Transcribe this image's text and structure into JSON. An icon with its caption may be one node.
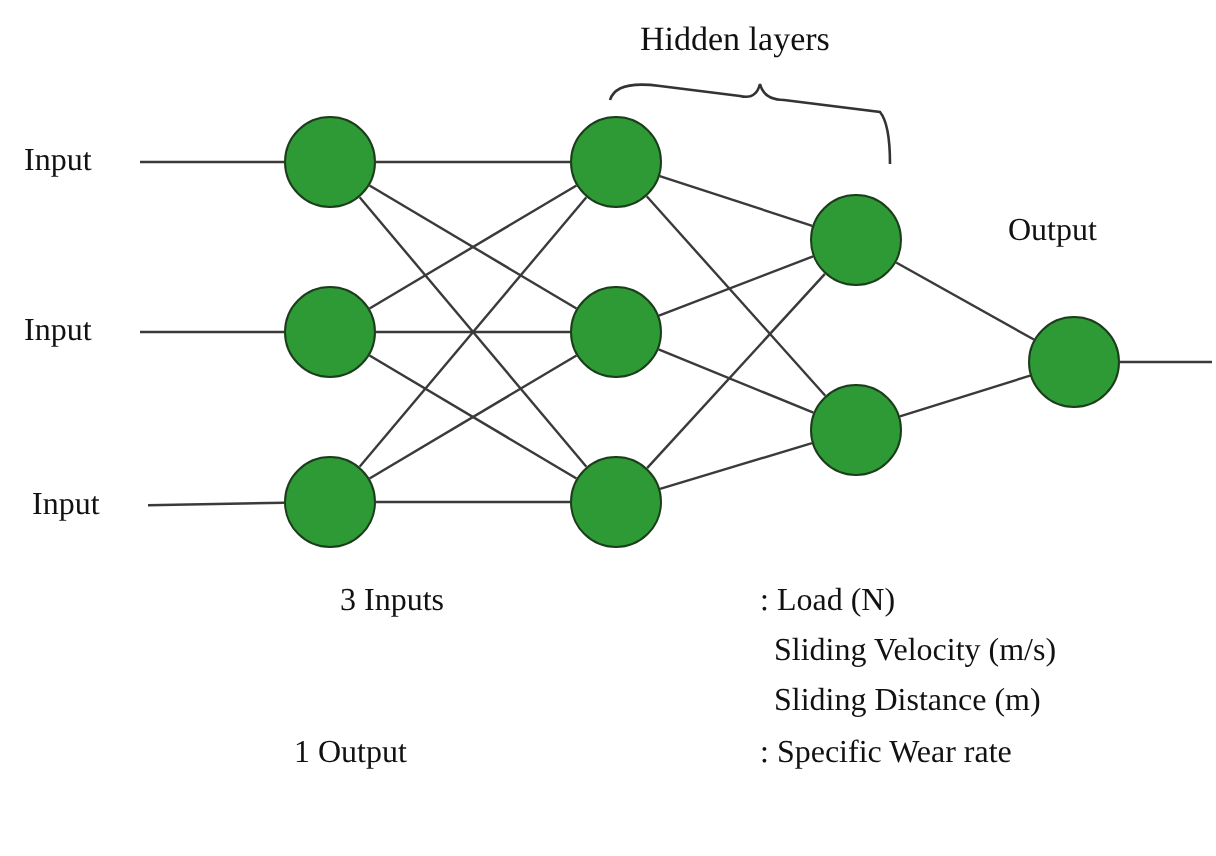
{
  "diagram": {
    "nodes": [
      {
        "text": [
          "Input"
        ]
      },
      {
        "text": [
          "Input"
        ]
      },
      {
        "text": [
          "Input"
        ]
      },
      {
        "text": [],
        "shape": "circle"
      },
      {
        "text": [],
        "shape": "circle"
      },
      {
        "text": [],
        "shape": "circle"
      },
      {
        "text": [],
        "shape": "circle"
      },
      {
        "text": [],
        "shape": "circle"
      },
      {
        "text": [],
        "shape": "circle"
      },
      {
        "text": [],
        "shape": "circle"
      },
      {
        "text": [],
        "shape": "circle"
      },
      {
        "text": [],
        "shape": "circle",
        "beside": [
          "Output"
        ]
      }
    ],
    "edges": [
      {
        "from": 0,
        "to": 3,
        "arrow": "none"
      },
      {
        "from": 1,
        "to": 4,
        "arrow": "none"
      },
      {
        "from": 2,
        "to": 5,
        "arrow": "none"
      },
      {
        "from": 3,
        "to": 6,
        "arrow": "none"
      },
      {
        "from": 3,
        "to": 7,
        "arrow": "none"
      },
      {
        "from": 3,
        "to": 8,
        "arrow": "none"
      },
      {
        "from": 4,
        "to": 6,
        "arrow": "none"
      },
      {
        "from": 4,
        "to": 7,
        "arrow": "none"
      },
      {
        "from": 4,
        "to": 8,
        "arrow": "none"
      },
      {
        "from": 5,
        "to": 6,
        "arrow": "none"
      },
      {
        "from": 5,
        "to": 7,
        "arrow": "none"
      },
      {
        "from": 5,
        "to": 8,
        "arrow": "none"
      },
      {
        "from": 6,
        "to": 9,
        "arrow": "none"
      },
      {
        "from": 6,
        "to": 10,
        "arrow": "none"
      },
      {
        "from": 7,
        "to": 9,
        "arrow": "none"
      },
      {
        "from": 7,
        "to": 10,
        "arrow": "none"
      },
      {
        "from": 8,
        "to": 9,
        "arrow": "none"
      },
      {
        "from": 8,
        "to": 10,
        "arrow": "none"
      },
      {
        "from": 9,
        "to": 11,
        "arrow": "none"
      },
      {
        "from": 10,
        "to": 11,
        "arrow": "none"
      },
      {
        "from": 11,
        "to": null,
        "arrow": "none"
      }
    ],
    "labels": [
      "Hidden layers",
      "3 Inputs",
      ": Load (N)",
      "Sliding Velocity (m/s)",
      "Sliding Distance (m)",
      "1 Output",
      ": Specific Wear rate"
    ]
  }
}
